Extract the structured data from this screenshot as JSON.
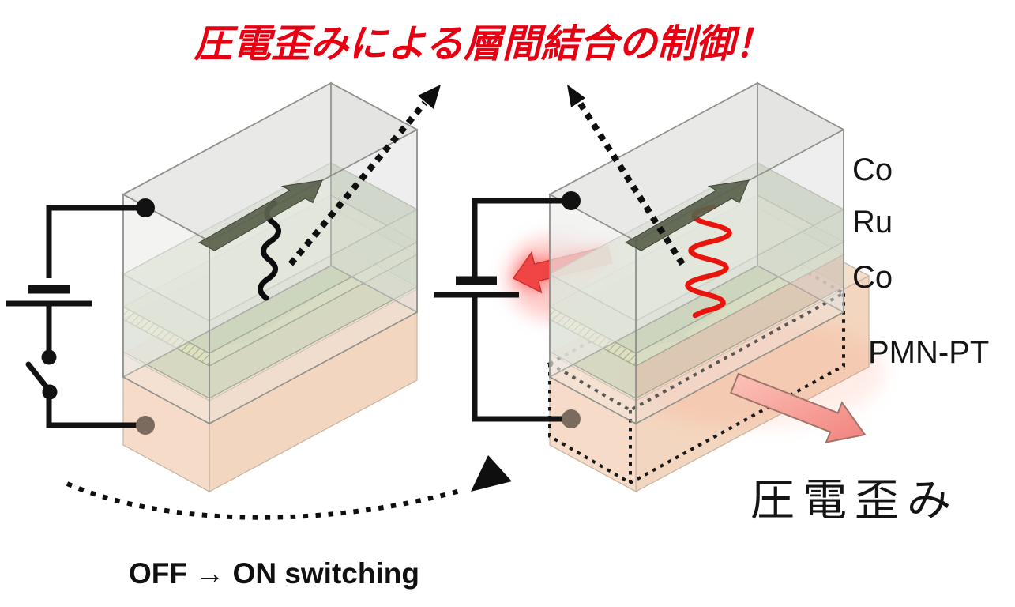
{
  "title": "圧電歪みによる層間結合の制御！",
  "labels": {
    "coTop": "Co",
    "ru": "Ru",
    "coBottom": "Co",
    "substrate": "PMN-PT",
    "strain": "圧電歪み",
    "switching": "OFF → ON switching"
  },
  "colors": {
    "titleRed": "#e60012",
    "couplingRed": "#e9150d",
    "strainPink": "#f59e96",
    "coGreen": "#c8d3b3",
    "substratePeach": "#f6dfc9",
    "oliveArrow": "#5a624e",
    "grayArrow": "#6f655b",
    "wireBlack": "#121212"
  }
}
